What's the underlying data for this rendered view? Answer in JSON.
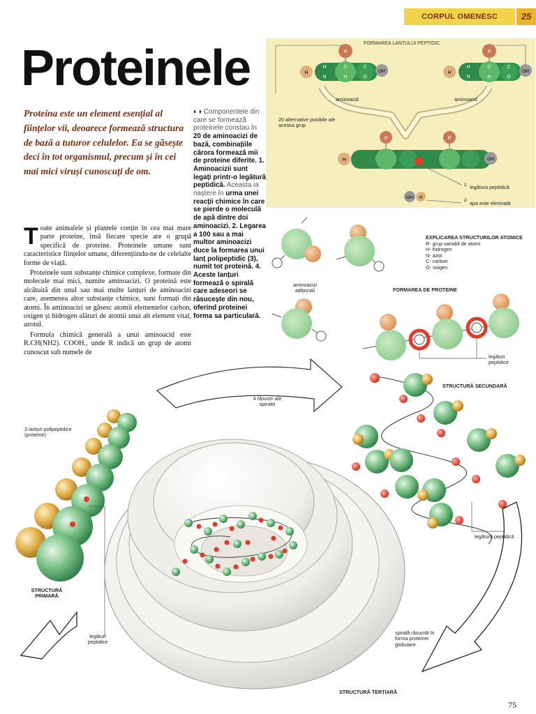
{
  "header": {
    "section": "CORPUL OMENESC",
    "page_number": "25"
  },
  "title": "Proteinele",
  "lead": "Proteina este un element esențial al ființelor vii, deoarece formează structura de bază a tuturor celulelor. Ea se găsește deci în tot organismul, precum și în cei mai mici viruși cunoscuți de om.",
  "body": {
    "dropcap": "T",
    "paragraphs": [
      "oate animalele și plantele conțin în cea mai mare parte proteine, însă fiecare specie are o grupă specifică de proteine. Proteinele umane sunt caracteristice ființelor umane, diferențiindu-ne de celelalte forme de viață.",
      "Proteinele sunt substanțe chimice complexe, formate din molecule mai mici, numite aminoacizi. O proteină este alcătuită din unul sau mai multe lanțuri de aminoacizi care, asemenea altor substanțe chimice, sunt formați din atomi. În aminoacizi se găsesc atomii elementelor carbon, oxigen și hidrogen alături de atomii unui alt element vital, azotul.",
      "Formula chimică generală a unui aminoacid este R.CH(NH2). COOH., unde R indică un grup de atomi cunoscut sub numele de"
    ]
  },
  "sidebar": {
    "marker": "◐◑",
    "part1": "Componentele din care se formează proteinele constau în",
    "part2": "20 de aminoacizi de bază, combinațiile cărora formează mii de proteine diferite. 1. Aminoacizii sunt legați printr-o legătură peptidică.",
    "part3": "Aceasta ia naștere în",
    "part4": "urma unei reacții chimice în care se pierde o moleculă de apă dintre doi aminoacizi. 2. Legarea a 100 sau a mai multor aminoacizi duce la formarea unui lanț polipeptidic (3), numit tot proteină. 4. Aceste lanțuri formează o spirală care adeseori se răsucește din nou, oferind proteinei forma sa particulară."
  },
  "peptide_diagram": {
    "title": "FORMAREA LANȚULUI PEPTIDIC",
    "alt_label": "20 alternative posibile ale acestui grup",
    "amino1": "aminoacid",
    "amino2": "aminoacid",
    "bond_label": "legătura peptidică",
    "water_label": "apa este eliminată",
    "num1": "1",
    "num2": "2",
    "atoms": {
      "R": "R",
      "H": "H",
      "N": "N",
      "C": "C",
      "O": "O",
      "OH": "OH"
    }
  },
  "legend": {
    "title": "EXPLICAREA STRUCTURILOR ATOMICE",
    "items": [
      "R- grup variabil de atomi",
      "H- hidrogen",
      "N- azot",
      "C- carbon",
      "O- oxigen"
    ]
  },
  "labels": {
    "additional_amino": "aminoacizi adiționali",
    "protein_formation": "FORMAREA DE PROTEINE",
    "peptide_bonds_1": "legături peptidice",
    "secondary": "STRUCTURĂ SECUNDARĂ",
    "four_turns": "4 răsucin ale spiralei",
    "polypeptide_chains": "3 lanțuri polipeptidice (proteine)",
    "peptide_bond_2": "legătură peptidică",
    "primary": "STRUCTURĂ PRIMARĂ",
    "peptide_bonds_2": "legături peptidice",
    "twisted_spiral": "spirală răsucită în forma proteinei globulare",
    "tertiary": "STRUCTURĂ TERȚIARĂ"
  },
  "page_number": "75",
  "colors": {
    "header_band": "#f2d34a",
    "header_num": "#e9b52a",
    "header_text": "#7a2e10",
    "lead_text": "#7a2e10",
    "panel_bg": "#f6efbd",
    "green_dark": "#2e8b4a",
    "green_mid": "#5fb86a",
    "green_light": "#a8d89a",
    "r_group": "#c97a55",
    "gold": "#e0a83e",
    "red": "#e23b2a",
    "grey": "#9a9a9a"
  }
}
